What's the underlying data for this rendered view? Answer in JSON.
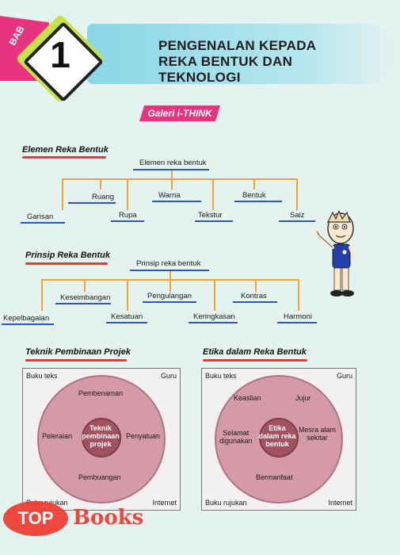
{
  "header": {
    "bab_label": "BAB",
    "chapter_number": "1",
    "title_line1": "PENGENALAN KEPADA",
    "title_line2": "REKA BENTUK DAN TEKNOLOGI"
  },
  "galeri": {
    "label": "Galeri i-THINK"
  },
  "elemen": {
    "section_title": "Elemen Reka Bentuk",
    "root": "Elemen reka bentuk",
    "upper": [
      "Ruang",
      "Warna",
      "Bentuk"
    ],
    "lower": [
      "Garisan",
      "Rupa",
      "Tekstur",
      "Saiz"
    ]
  },
  "prinsip": {
    "section_title": "Prinsip Reka Bentuk",
    "root": "Prinsip reka bentuk",
    "upper": [
      "Keseimbangan",
      "Pengulangan",
      "Kontras"
    ],
    "lower": [
      "Kepelbagaian",
      "Kesatuan",
      "Keringkasan",
      "Harmoni"
    ]
  },
  "teknik": {
    "section_title": "Teknik Pembinaan Projek",
    "corner_tl": "Buku teks",
    "corner_tr": "Guru",
    "corner_bl": "Buku rujukan",
    "corner_br": "Internet",
    "center": [
      "Teknik",
      "pembinaan",
      "projek"
    ],
    "top": "Pembenaman",
    "left": "Peleraian",
    "right": "Penyatuan",
    "bottom": "Pembuangan"
  },
  "etika": {
    "section_title": "Etika dalam Reka Bentuk",
    "corner_tl": "Buku teks",
    "corner_tr": "Guru",
    "corner_bl": "Buku rujukan",
    "corner_br": "Internet",
    "center": [
      "Etika",
      "dalam reka",
      "bentuk"
    ],
    "top_left": "Keaslian",
    "top_right": "Jujur",
    "left": [
      "Selamat",
      "digunakan"
    ],
    "right": [
      "Mesra alam",
      "sekitar"
    ],
    "bottom": "Bermanfaat"
  },
  "watermark": {
    "top": "TOP",
    "books": "Books"
  },
  "colors": {
    "accent_pink": "#e8347f",
    "lime": "#c7e24a",
    "tree_orange": "#e8a63a",
    "underline_blue": "#2b55c7",
    "circle_outer": "#d49aa8",
    "circle_inner": "#a0525f"
  }
}
